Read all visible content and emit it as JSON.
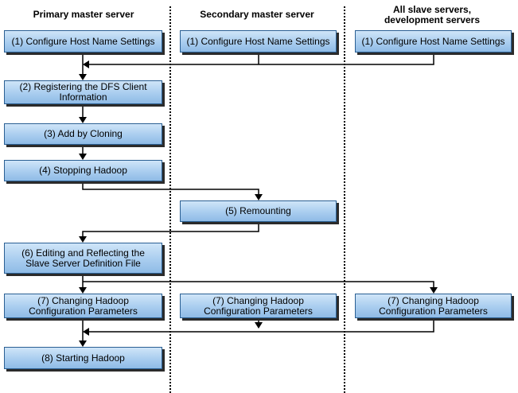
{
  "lanes": {
    "primary": "Primary master server",
    "secondary": "Secondary master server",
    "slaves_line1": "All slave servers,",
    "slaves_line2": "development servers"
  },
  "steps": {
    "host_primary": "(1) Configure Host Name Settings",
    "host_secondary": "(1) Configure Host Name Settings",
    "host_slaves": "(1) Configure Host Name Settings",
    "dfs_line1": "(2) Registering the DFS Client",
    "dfs_line2": "Information",
    "clone": "(3) Add by Cloning",
    "stop": "(4) Stopping Hadoop",
    "remount": "(5) Remounting",
    "edit_line1": "(6) Editing and Reflecting the",
    "edit_line2": "Slave Server Definition File",
    "change_primary_line1": "(7) Changing Hadoop",
    "change_primary_line2": "Configuration Parameters",
    "change_secondary_line1": "(7) Changing Hadoop",
    "change_secondary_line2": "Configuration Parameters",
    "change_slaves_line1": "(7) Changing Hadoop",
    "change_slaves_line2": "Configuration Parameters",
    "start": "(8) Starting Hadoop"
  }
}
